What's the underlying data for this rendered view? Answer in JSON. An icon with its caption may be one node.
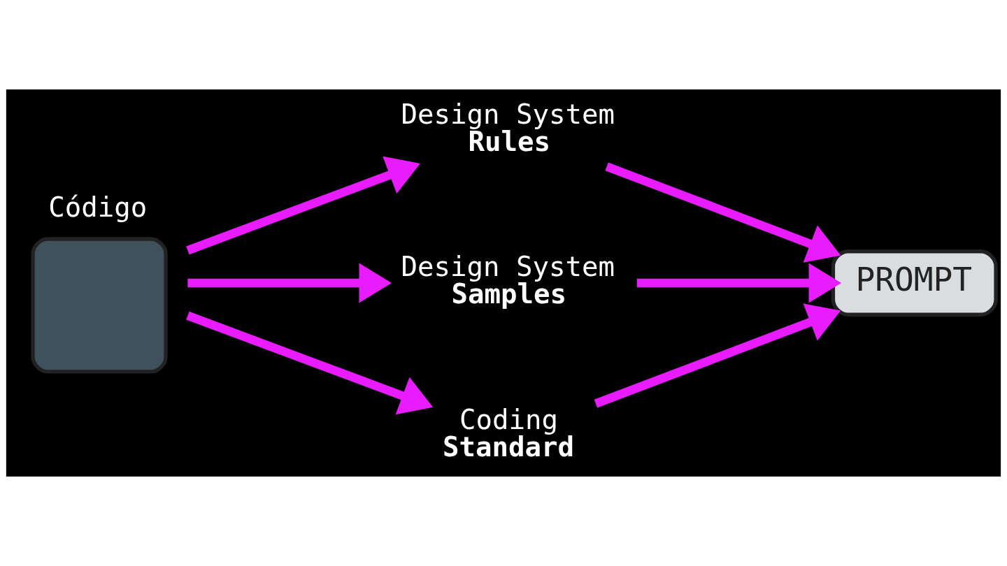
{
  "diagram": {
    "nodes": [
      {
        "text": [
          "Código"
        ]
      },
      {
        "text": [
          "Design System",
          "Rules"
        ]
      },
      {
        "text": [
          "Design System",
          "Samples"
        ]
      },
      {
        "text": [
          "Coding",
          "Standard"
        ]
      },
      {
        "text": [
          "PROMPT"
        ]
      }
    ],
    "edges": [
      {
        "from": 0,
        "to": 1,
        "arrow": "to"
      },
      {
        "from": 0,
        "to": 2,
        "arrow": "to"
      },
      {
        "from": 0,
        "to": 3,
        "arrow": "to"
      },
      {
        "from": 1,
        "to": 4,
        "arrow": "to"
      },
      {
        "from": 2,
        "to": 4,
        "arrow": "to"
      },
      {
        "from": 3,
        "to": 4,
        "arrow": "to"
      }
    ]
  }
}
